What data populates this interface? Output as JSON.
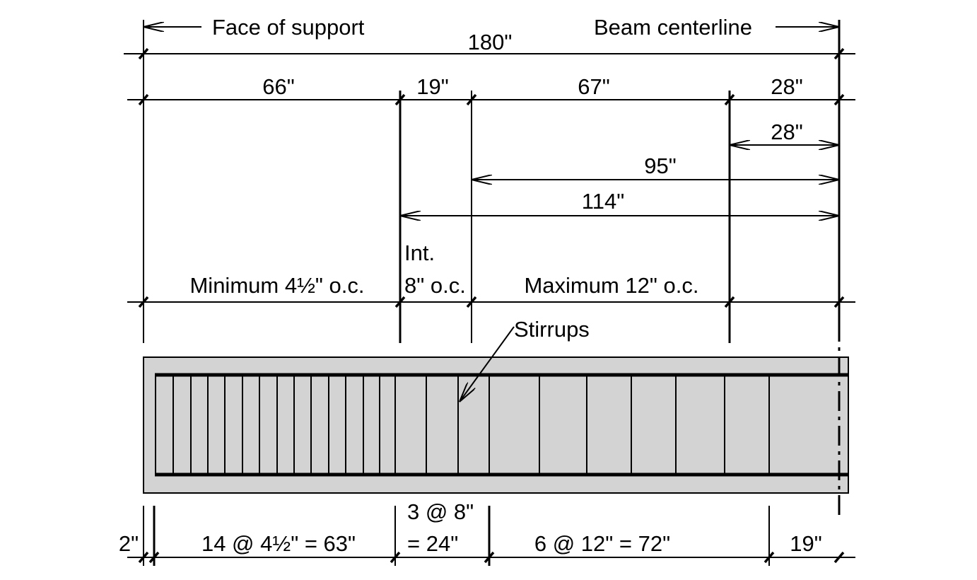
{
  "colors": {
    "line": "#000000",
    "beam_fill": "#d3d3d3",
    "background": "#ffffff"
  },
  "labels": {
    "face_of_support": "Face of support",
    "beam_centerline": "Beam centerline",
    "total_length": "180\"",
    "seg_66": "66\"",
    "seg_19": "19\"",
    "seg_67": "67\"",
    "seg_28": "28\"",
    "dim_28": "28\"",
    "dim_95": "95\"",
    "dim_114": "114\"",
    "zone_min": "Minimum 4½\" o.c.",
    "zone_int_1": "Int.",
    "zone_int_2": "8\" o.c.",
    "zone_max": "Maximum 12\" o.c.",
    "stirrups": "Stirrups",
    "bottom_2": "2\"",
    "bottom_14": "14 @ 4½\" = 63\"",
    "bottom_3_1": "3 @ 8\"",
    "bottom_3_2": "= 24\"",
    "bottom_6": "6 @ 12\" = 72\"",
    "bottom_19": "19\""
  }
}
